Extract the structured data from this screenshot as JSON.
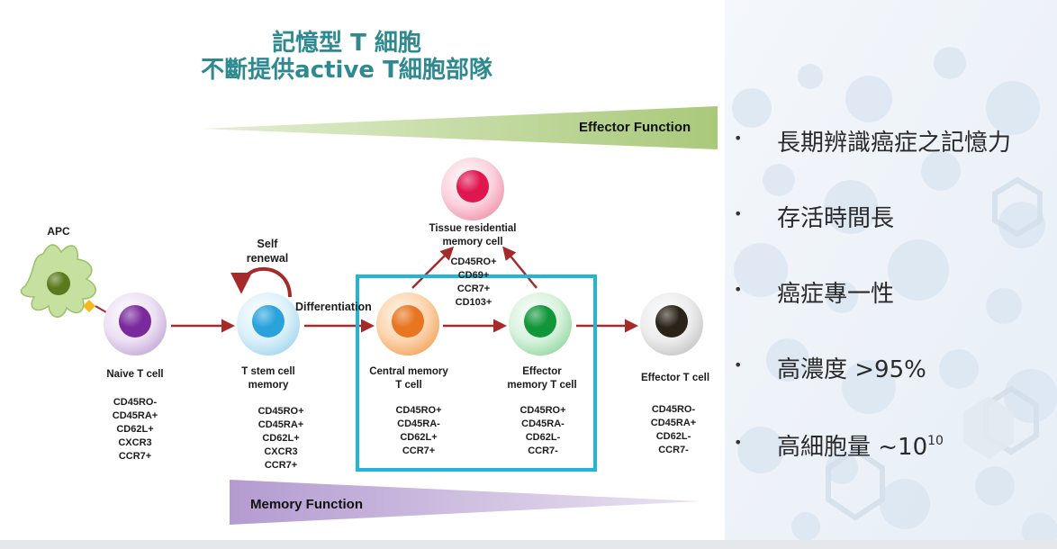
{
  "title": {
    "line1": "記憶型 T 細胞",
    "line2": "不斷提供active T細胞部隊"
  },
  "bands": {
    "effector": "Effector Function",
    "memory": "Memory Function"
  },
  "labels": {
    "apc": "APC",
    "self_renewal": [
      "Self",
      "renewal"
    ],
    "differentiation": "Differentiation"
  },
  "cells": {
    "naive": {
      "name": [
        "Naive T cell"
      ],
      "markers": [
        "CD45RO-",
        "CD45RA+",
        "CD62L+",
        "CXCR3",
        "CCR7+"
      ],
      "color": "#7a2a9c"
    },
    "stem_memory": {
      "name": [
        "T stem cell",
        "memory"
      ],
      "markers": [
        "CD45RO+",
        "CD45RA+",
        "CD62L+",
        "CXCR3",
        "CCR7+"
      ],
      "color": "#2aa3dc"
    },
    "central_memory": {
      "name": [
        "Central memory",
        "T cell"
      ],
      "markers": [
        "CD45RO+",
        "CD45RA-",
        "CD62L+",
        "CCR7+"
      ],
      "color": "#e8751f"
    },
    "effector_memory": {
      "name": [
        "Effector",
        "memory T cell"
      ],
      "markers": [
        "CD45RO+",
        "CD45RA-",
        "CD62L-",
        "CCR7-"
      ],
      "color": "#12963a"
    },
    "effector": {
      "name": [
        "Effector T cell"
      ],
      "markers": [
        "CD45RO-",
        "CD45RA+",
        "CD62L-",
        "CCR7-"
      ],
      "color": "#2a2418"
    },
    "tissue_resident": {
      "name": [
        "Tissue residential",
        "memory cell"
      ],
      "markers": [
        "CD45RO+",
        "CD69+",
        "CCR7+",
        "CD103+"
      ],
      "color": "#e0164e"
    }
  },
  "bullets": [
    {
      "text": "長期辨識癌症之記憶力"
    },
    {
      "text": "存活時間長"
    },
    {
      "text": "癌症專一性"
    },
    {
      "text": "高濃度 >95%"
    },
    {
      "text": "高細胞量 ~10",
      "sup": "10"
    }
  ],
  "colors": {
    "title": "#2e8a90",
    "arrow": "#a52a2a",
    "highlight_box": "#22b5d8",
    "effector_band": "#b5d08a",
    "memory_band": "#c4b0d8"
  }
}
